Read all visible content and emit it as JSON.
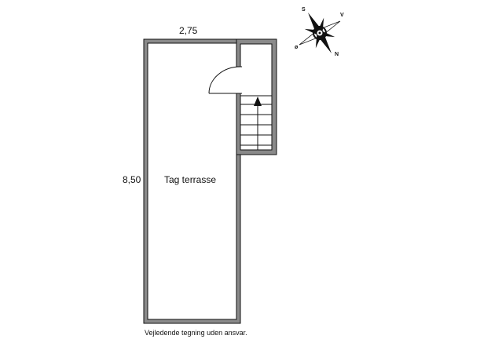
{
  "plan": {
    "width_dimension": "2,75",
    "height_dimension": "8,50",
    "room_label": "Tag terrasse",
    "disclaimer": "Vejledende tegning uden ansvar."
  },
  "compass": {
    "south": "S",
    "west": "V",
    "east": "ø",
    "north": "N"
  },
  "colors": {
    "wall": "#111111",
    "wall_fill": "#8a8a8a",
    "background": "#ffffff"
  }
}
